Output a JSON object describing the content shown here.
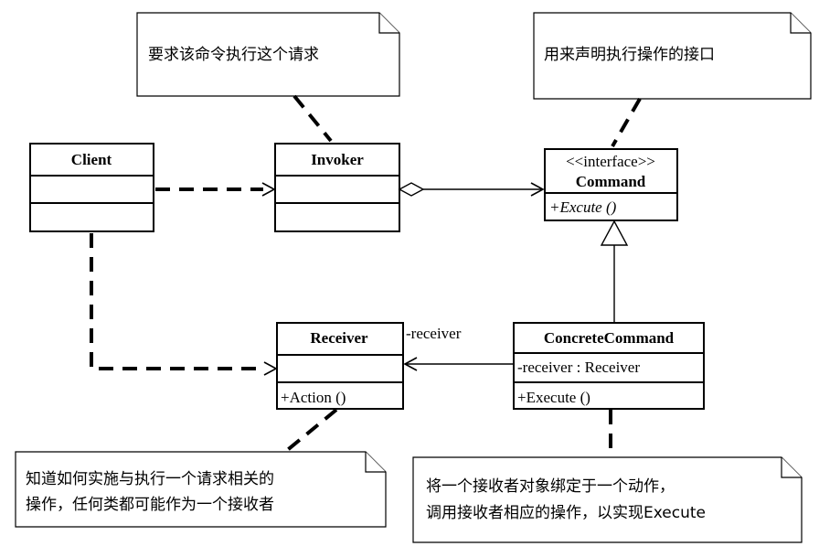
{
  "classes": {
    "client": {
      "name": "Client"
    },
    "invoker": {
      "name": "Invoker"
    },
    "command": {
      "stereotype": "<<interface>>",
      "name": "Command",
      "method": "+Excute ()"
    },
    "receiver": {
      "name": "Receiver",
      "method": "+Action ()"
    },
    "concrete_command": {
      "name": "ConcreteCommand",
      "attribute": "-receiver : Receiver",
      "method": "+Execute ()"
    }
  },
  "association_label": "-receiver",
  "notes": {
    "invoker_note": "要求该命令执行这个请求",
    "command_note": "用来声明执行操作的接口",
    "receiver_note_line1": "知道如何实施与执行一个请求相关的",
    "receiver_note_line2": "操作，任何类都可能作为一个接收者",
    "concrete_note_line1": "将一个接收者对象绑定于一个动作，",
    "concrete_note_line2": "调用接收者相应的操作，以实现Execute"
  }
}
